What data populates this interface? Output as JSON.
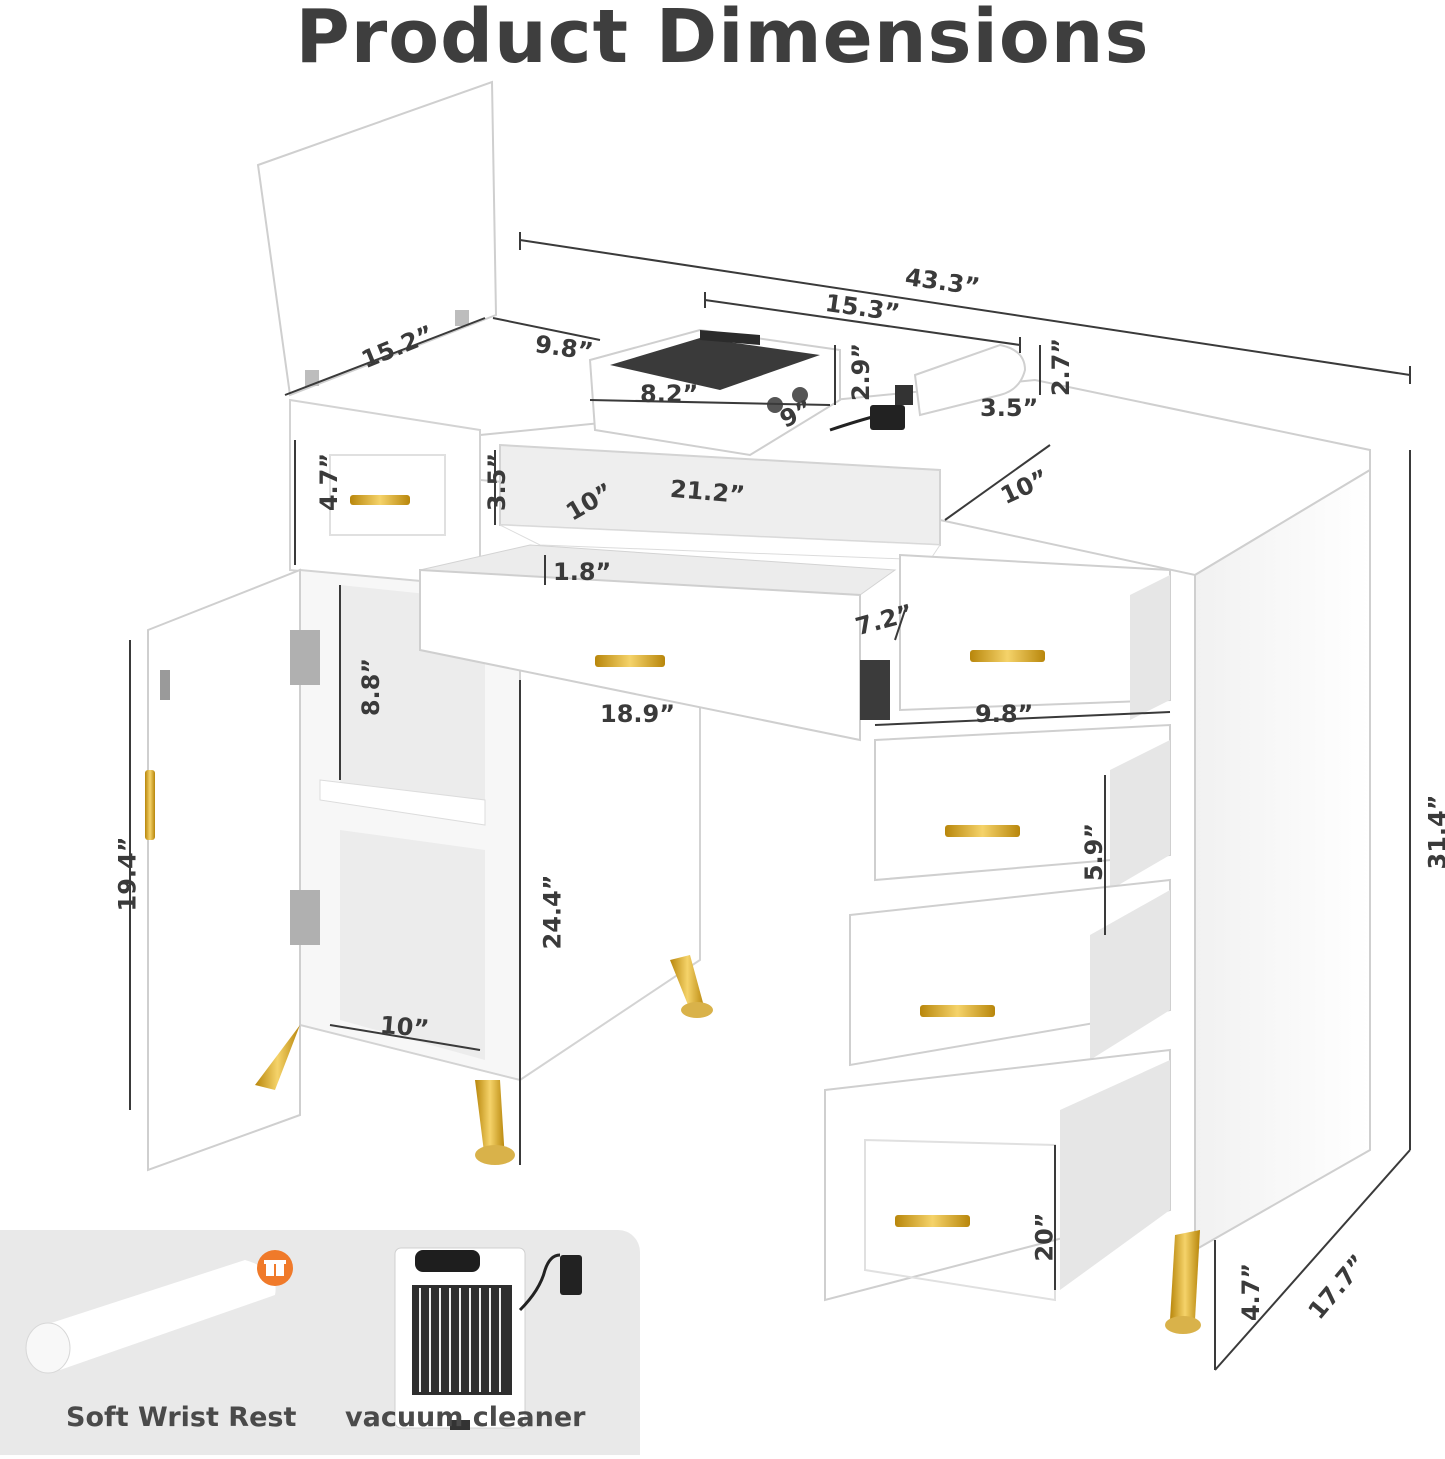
{
  "title": "Product Dimensions",
  "dimensions": {
    "total_width": "43.3”",
    "fan_width": "15.3”",
    "fan_height": "2.9”",
    "fan_depth": "9”",
    "fan_inner": "8.2”",
    "rest_diameter": "2.7”",
    "rest_length": "3.5”",
    "lid_width": "15.2”",
    "lid_depth": "9.8”",
    "top_drawer_height": "4.7”",
    "shelf_height": "3.5”",
    "shelf_depth": "10”",
    "shelf_width": "21.2”",
    "top_right_depth": "10”",
    "keyboard_depth": "1.8”",
    "keyboard_side": "7.2”",
    "keyboard_width": "18.9”",
    "right_drawer_width": "9.8”",
    "cabinet_shelf_height": "8.8”",
    "door_height": "19.4”",
    "cabinet_height": "24.4”",
    "cabinet_depth": "10”",
    "drawer_height": "5.9”",
    "bottom_drawer_height": "20”",
    "leg_height": "4.7”",
    "total_depth": "17.7”",
    "total_height": "31.4”"
  },
  "accessories": {
    "wrist_rest_label": "Soft Wrist Rest",
    "vacuum_label": "vacuum cleaner"
  },
  "colors": {
    "gold": "#d9b24a",
    "line": "#3a3a3a",
    "panel": "#e9e9e9",
    "gift_badge": "#f07a2a"
  }
}
